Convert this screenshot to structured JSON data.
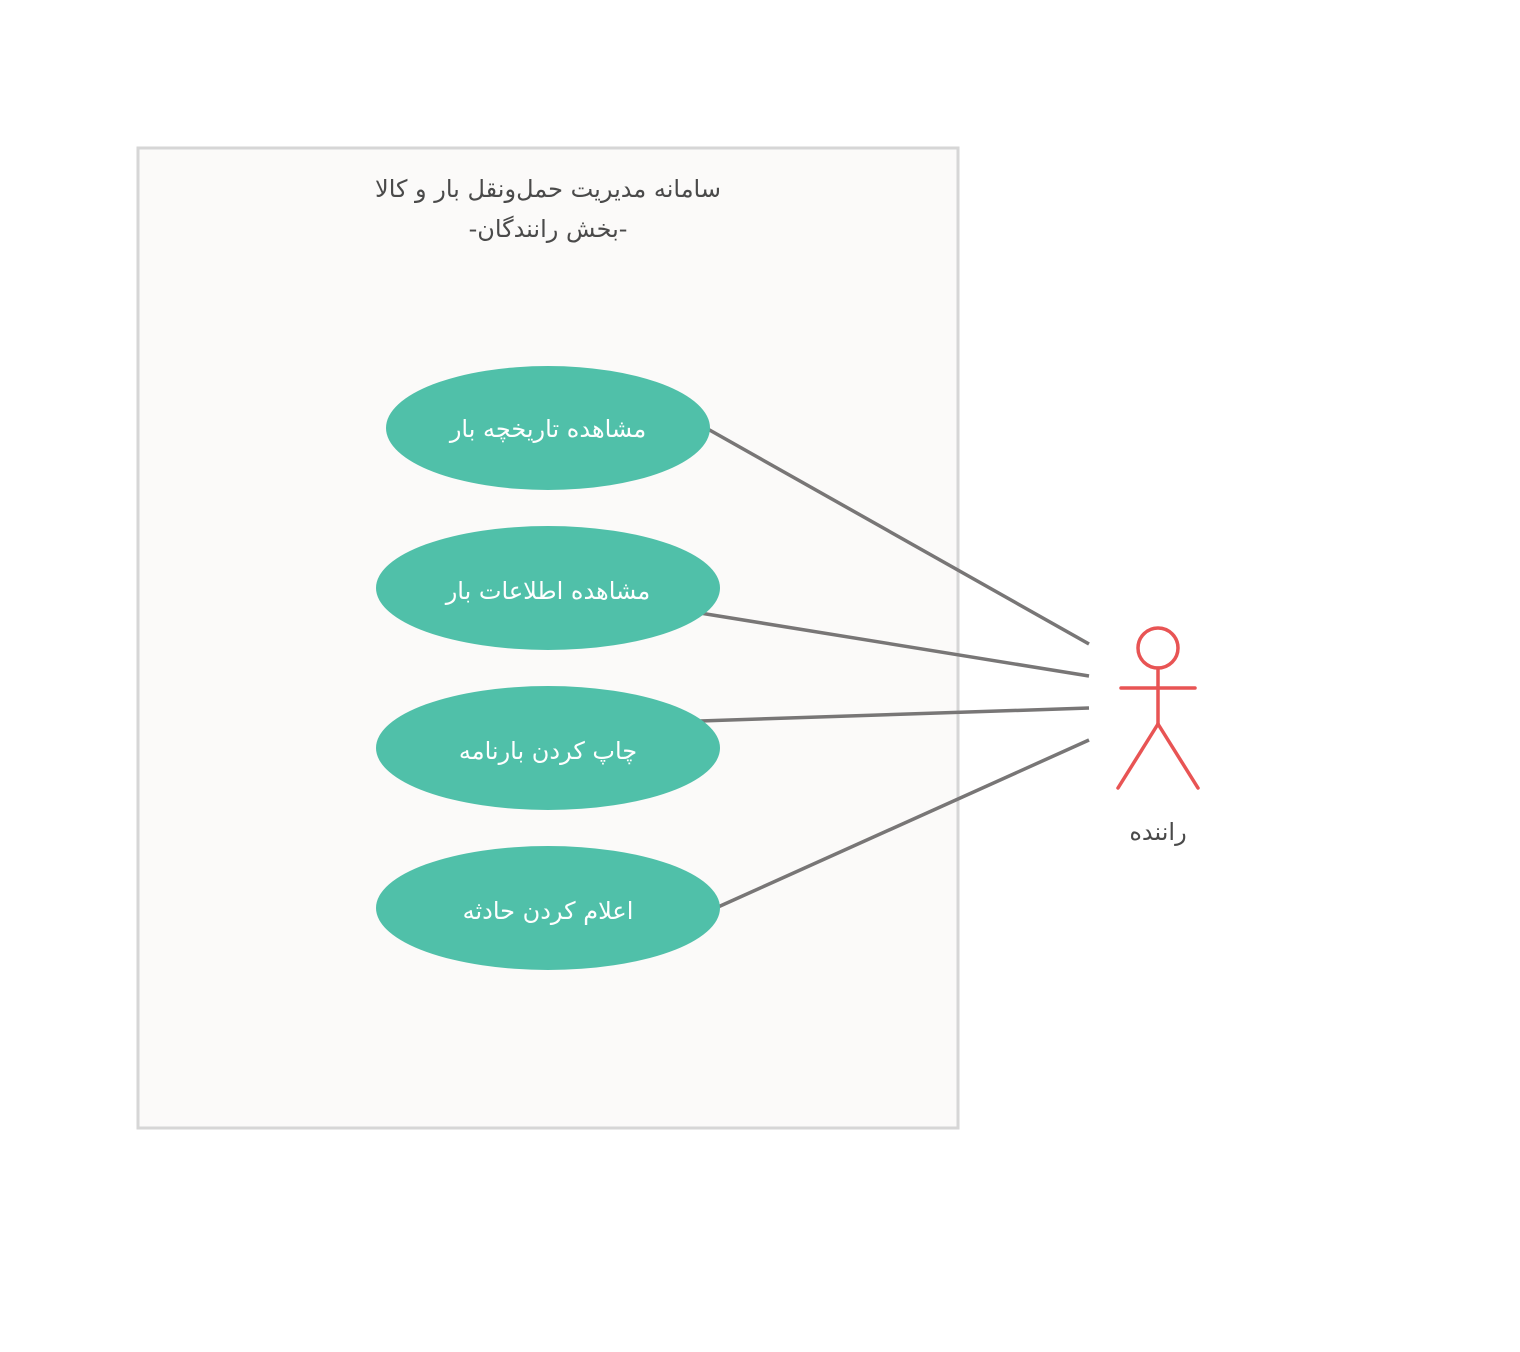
{
  "colors": {
    "system_fill": "#fbfaf9",
    "system_border": "#d6d6d6",
    "usecase_fill": "#50c0a9",
    "connector": "#787676",
    "actor": "#e85454"
  },
  "system": {
    "title_line1": "سامانه مدیریت حمل‌ونقل بار و کالا",
    "title_line2": "-بخش رانندگان-"
  },
  "use_cases": [
    {
      "label": "مشاهده تاریخچه بار"
    },
    {
      "label": "مشاهده اطلاعات بار"
    },
    {
      "label": "چاپ کردن بارنامه"
    },
    {
      "label": "اعلام کردن حادثه"
    }
  ],
  "actor": {
    "label": "راننده",
    "icon": "stick-figure-icon"
  }
}
